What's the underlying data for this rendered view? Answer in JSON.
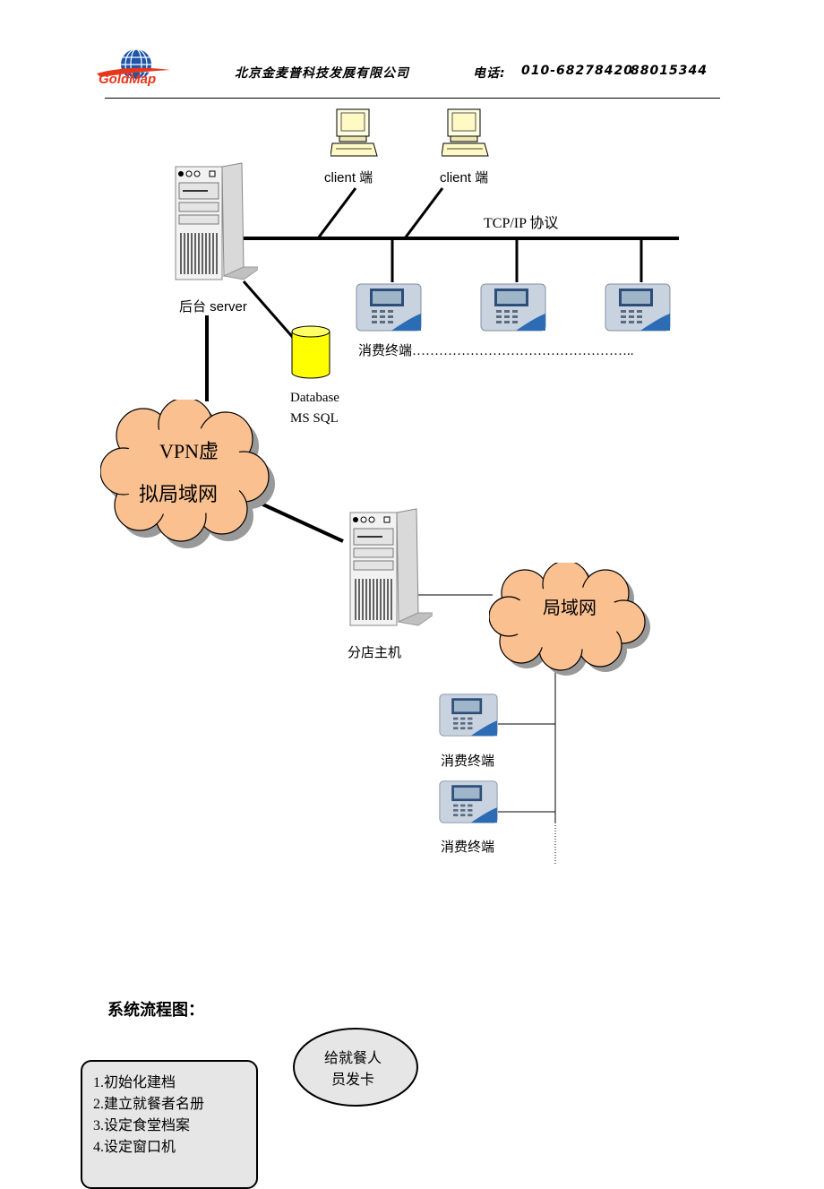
{
  "header": {
    "logo_text": "GoldMap",
    "company_info": "北京金麦普科技发展有限公司",
    "phone_label": "电话",
    "phone_number": "010-68278420",
    "phone_number_2": "88015344"
  },
  "diagram": {
    "client_1": "client 端",
    "client_2": "client 端",
    "protocol": "TCP/IP 协议",
    "server": "后台 server",
    "terminals": "消费终端…………………………………………..",
    "database_line1": "Database",
    "database_line2": "MS SQL",
    "vpn_line1": "VPN虚",
    "vpn_line2": "拟局域网",
    "branch_host": "分店主机",
    "lan": "局域网",
    "terminal_a": "消费终端",
    "terminal_b": "消费终端"
  },
  "flow": {
    "title": "系统流程图：",
    "steps": [
      "1.初始化建档",
      "2.建立就餐者名册",
      "3.设定食堂档案",
      "4.设定窗口机"
    ],
    "oval_line1": "给就餐人",
    "oval_line2": "员发卡"
  },
  "colors": {
    "cloud_fill": "#fac090",
    "database_fill": "#ffff00",
    "logo_red": "#e8361c",
    "logo_blue": "#1d55a8"
  }
}
